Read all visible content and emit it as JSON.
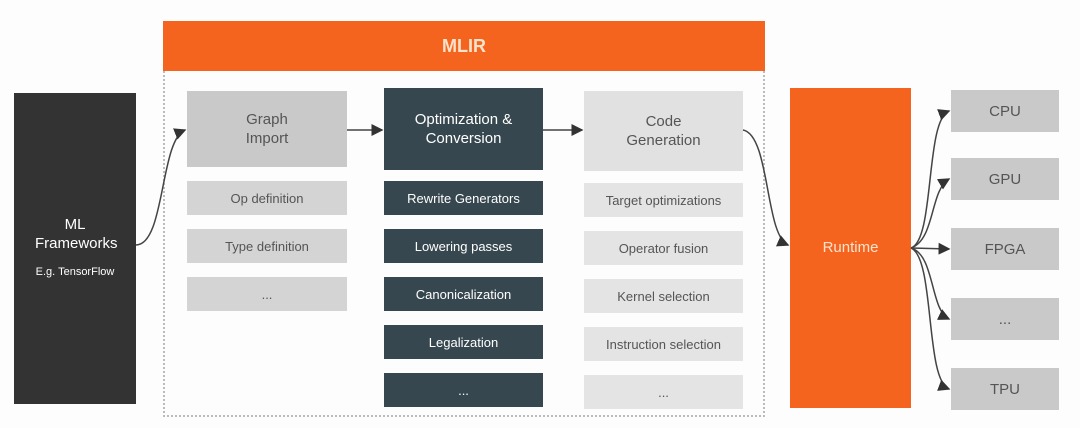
{
  "mlir": {
    "title": "MLIR"
  },
  "frameworks": {
    "title": "ML Frameworks",
    "subtitle": "E.g. TensorFlow"
  },
  "graph_import": {
    "title": "Graph Import",
    "items": [
      "Op definition",
      "Type definition",
      "..."
    ]
  },
  "optimization": {
    "title": "Optimization & Conversion",
    "items": [
      "Rewrite Generators",
      "Lowering passes",
      "Canonicalization",
      "Legalization",
      "..."
    ]
  },
  "codegen": {
    "title": "Code Generation",
    "items": [
      "Target optimizations",
      "Operator fusion",
      "Kernel selection",
      "Instruction selection",
      "..."
    ]
  },
  "runtime": {
    "title": "Runtime"
  },
  "targets": [
    "CPU",
    "GPU",
    "FPGA",
    "...",
    "TPU"
  ],
  "colors": {
    "accent": "#f5641f",
    "dark": "#37474f",
    "frameworks": "#333333"
  }
}
